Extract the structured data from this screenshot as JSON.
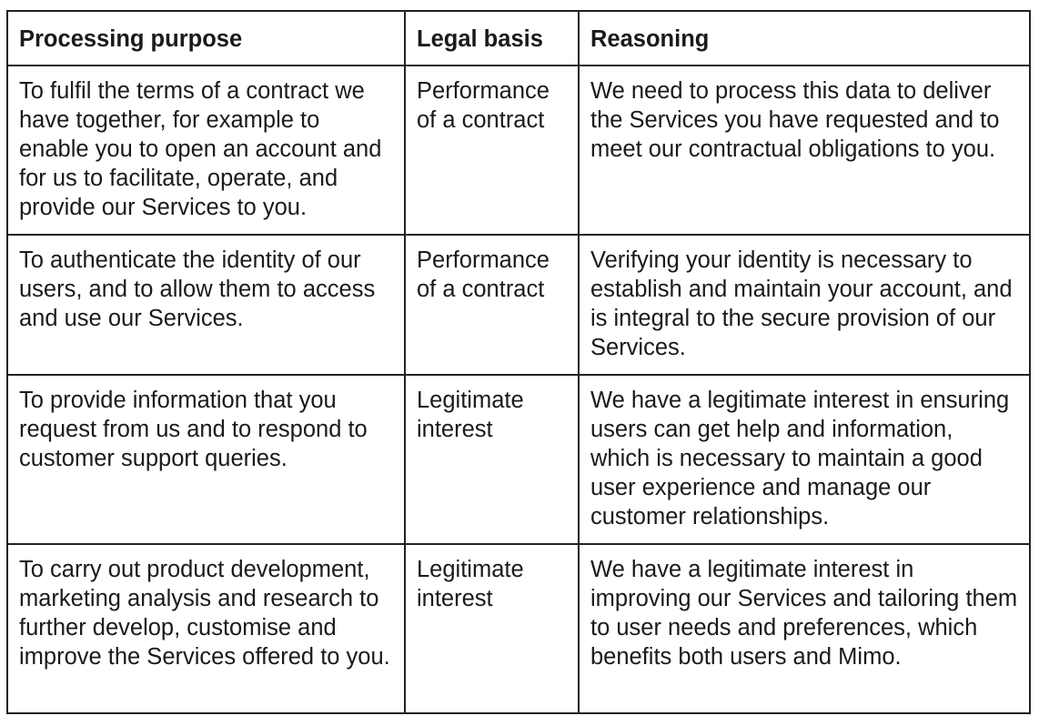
{
  "table": {
    "headers": {
      "purpose": "Processing purpose",
      "legal_basis": "Legal basis",
      "reasoning": "Reasoning"
    },
    "rows": [
      {
        "purpose": "To fulfil the terms of a contract we have together, for example to enable you to open an account and for us to facilitate, operate, and provide our Services to you.",
        "legal_basis": "Performance of a contract",
        "reasoning": "We need to process this data to deliver the Services you have requested and to meet our contractual obligations to you."
      },
      {
        "purpose": "To authenticate the identity of our users, and to allow them to access and use our Services.",
        "legal_basis": "Performance of a contract",
        "reasoning": "Verifying your identity is necessary to establish and maintain your account, and is integral to the secure provision of our Services."
      },
      {
        "purpose": "To provide information that you request from us and to respond to customer support queries.",
        "legal_basis": "Legitimate interest",
        "reasoning": "We have a legitimate interest in ensuring users can get help and information, which is necessary to maintain a good user experience and manage our customer relationships."
      },
      {
        "purpose": "To carry out product development, marketing analysis and research to further develop, customise and improve the Services offered to you.",
        "legal_basis": "Legitimate interest",
        "reasoning": "We have a legitimate interest in improving our Services and tailoring them to user needs and preferences, which benefits both users and Mimo."
      }
    ]
  }
}
